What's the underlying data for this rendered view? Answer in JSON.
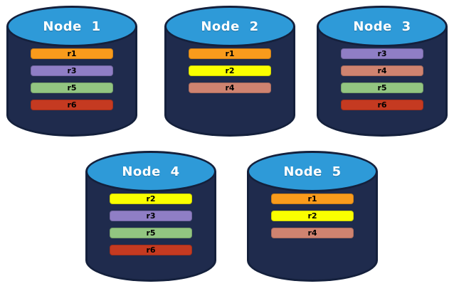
{
  "diagram": {
    "background": "#ffffff",
    "cylinder": {
      "body_fill": "#1F2B4D",
      "border": "#14203C",
      "top_fill": "#2E9AD8",
      "title_color": "#FFFFFF"
    },
    "replica_colors": {
      "r1": "#F99B1C",
      "r2": "#FAFF00",
      "r3": "#8F7EC5",
      "r4": "#CF8370",
      "r5": "#92C581",
      "r6": "#C53A21"
    },
    "nodes": [
      {
        "label": "Node 1",
        "replicas": [
          "r1",
          "r3",
          "r5",
          "r6"
        ]
      },
      {
        "label": "Node 2",
        "replicas": [
          "r1",
          "r2",
          "r4"
        ]
      },
      {
        "label": "Node 3",
        "replicas": [
          "r3",
          "r4",
          "r5",
          "r6"
        ]
      },
      {
        "label": "Node 4",
        "replicas": [
          "r2",
          "r3",
          "r5",
          "r6"
        ]
      },
      {
        "label": "Node 5",
        "replicas": [
          "r1",
          "r2",
          "r4"
        ]
      }
    ]
  }
}
